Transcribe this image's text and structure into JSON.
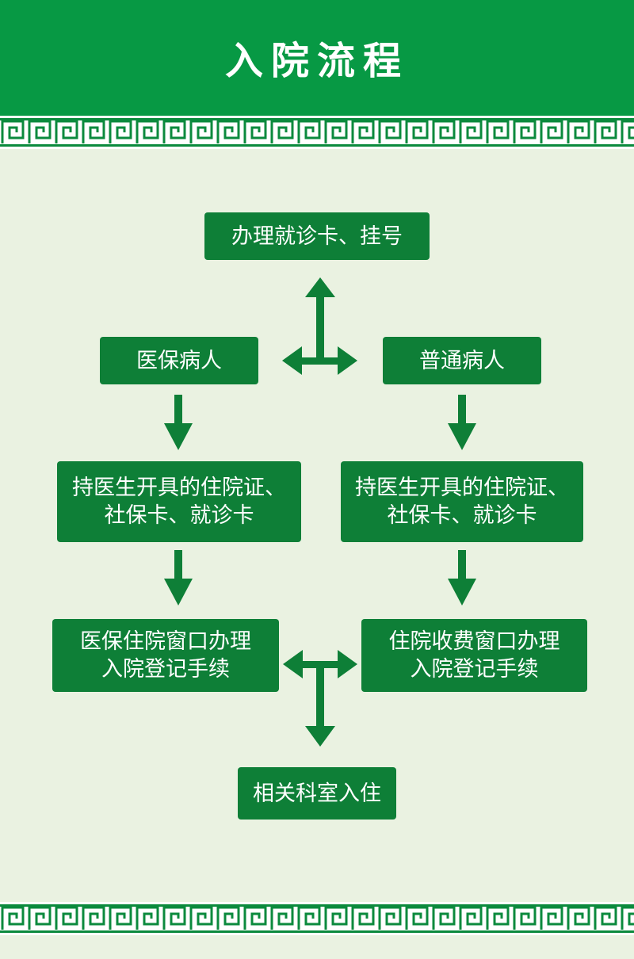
{
  "header": {
    "title": "入院流程"
  },
  "colors": {
    "header_green": "#079944",
    "box_green": "#0e7f37",
    "arrow_green": "#0e7f37",
    "background": "#eaf2e1"
  },
  "steps": {
    "register": "办理就诊卡、挂号",
    "insured_patient": "医保病人",
    "regular_patient": "普通病人",
    "insured_docs": "持医生开具的住院证、\n社保卡、就诊卡",
    "regular_docs": "持医生开具的住院证、\n社保卡、就诊卡",
    "insured_admission": "医保住院窗口办理\n入院登记手续",
    "regular_admission": "住院收费窗口办理\n入院登记手续",
    "ward_admission": "相关科室入住"
  }
}
